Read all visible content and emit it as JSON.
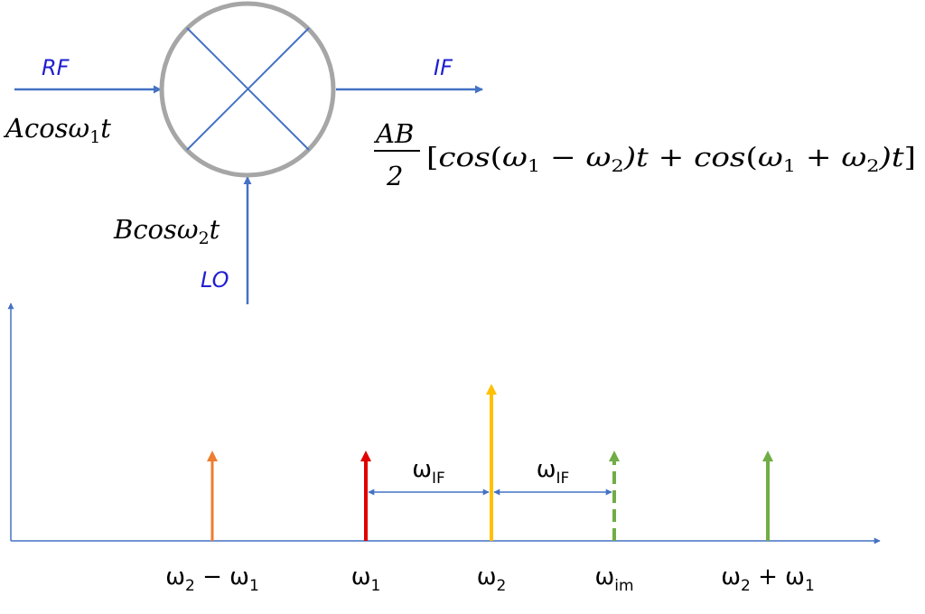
{
  "mixer": {
    "rf_label": "RF",
    "if_label": "IF",
    "lo_label": "LO",
    "rf_signal": {
      "amp": "A",
      "fn": "cos",
      "omega": "ω",
      "sub": "1",
      "var": "t"
    },
    "lo_signal": {
      "amp": "B",
      "fn": "cos",
      "omega": "ω",
      "sub": "2",
      "var": "t"
    },
    "output": {
      "num": "AB",
      "den": "2",
      "open": "[",
      "cos": "cos",
      "paren_open": "(",
      "omega": "ω",
      "sub1": "1",
      "minus": " − ",
      "sub2": "2",
      "paren_close_t": ")t",
      "plus": " + ",
      "close": "]"
    },
    "colors": {
      "line": "#4472c4",
      "circle": "#a6a6a6",
      "label": "#1f1fd1"
    }
  },
  "spectrum": {
    "lines": [
      {
        "name": "diff",
        "label": "ω",
        "sub": "2",
        "suffix": " − ω",
        "suffix_sub": "1",
        "color": "#ed7d31",
        "height": 0.5,
        "style": "solid"
      },
      {
        "name": "w1",
        "label": "ω",
        "sub": "1",
        "suffix": "",
        "suffix_sub": "",
        "color": "#e00000",
        "height": 0.5,
        "style": "solid"
      },
      {
        "name": "w2",
        "label": "ω",
        "sub": "2",
        "suffix": "",
        "suffix_sub": "",
        "color": "#ffc000",
        "height": 0.87,
        "style": "solid"
      },
      {
        "name": "wim",
        "label": "ω",
        "sub": "im",
        "suffix": "",
        "suffix_sub": "",
        "color": "#70ad47",
        "height": 0.5,
        "style": "dashed"
      },
      {
        "name": "sum",
        "label": "ω",
        "sub": "2",
        "suffix": " + ω",
        "suffix_sub": "1",
        "color": "#70ad47",
        "height": 0.5,
        "style": "solid"
      }
    ],
    "spacing_labels": [
      {
        "label": "ω",
        "sub": "IF"
      },
      {
        "label": "ω",
        "sub": "IF"
      }
    ],
    "axis_color": "#4472c4"
  }
}
